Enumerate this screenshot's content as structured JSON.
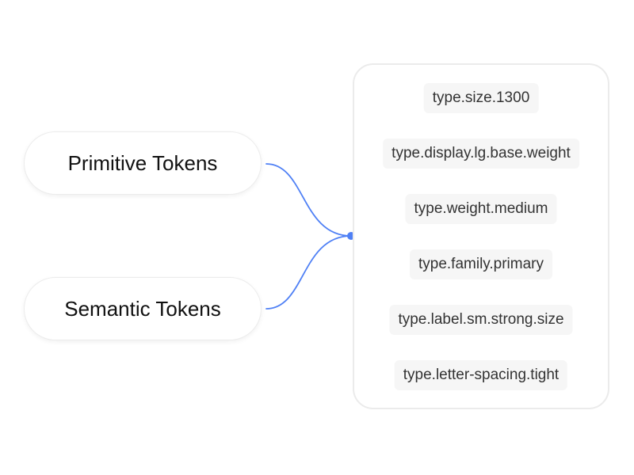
{
  "sources": [
    {
      "label": "Primitive Tokens"
    },
    {
      "label": "Semantic Tokens"
    }
  ],
  "tokens": [
    "type.size.1300",
    "type.display.lg.base.weight",
    "type.weight.medium",
    "type.family.primary",
    "type.label.sm.strong.size",
    "type.letter-spacing.tight"
  ],
  "colors": {
    "connector": "#4f80f5",
    "panel_border": "#ebebeb",
    "chip_background": "#f6f6f6",
    "chip_text": "#333333",
    "pill_text": "#111111"
  }
}
